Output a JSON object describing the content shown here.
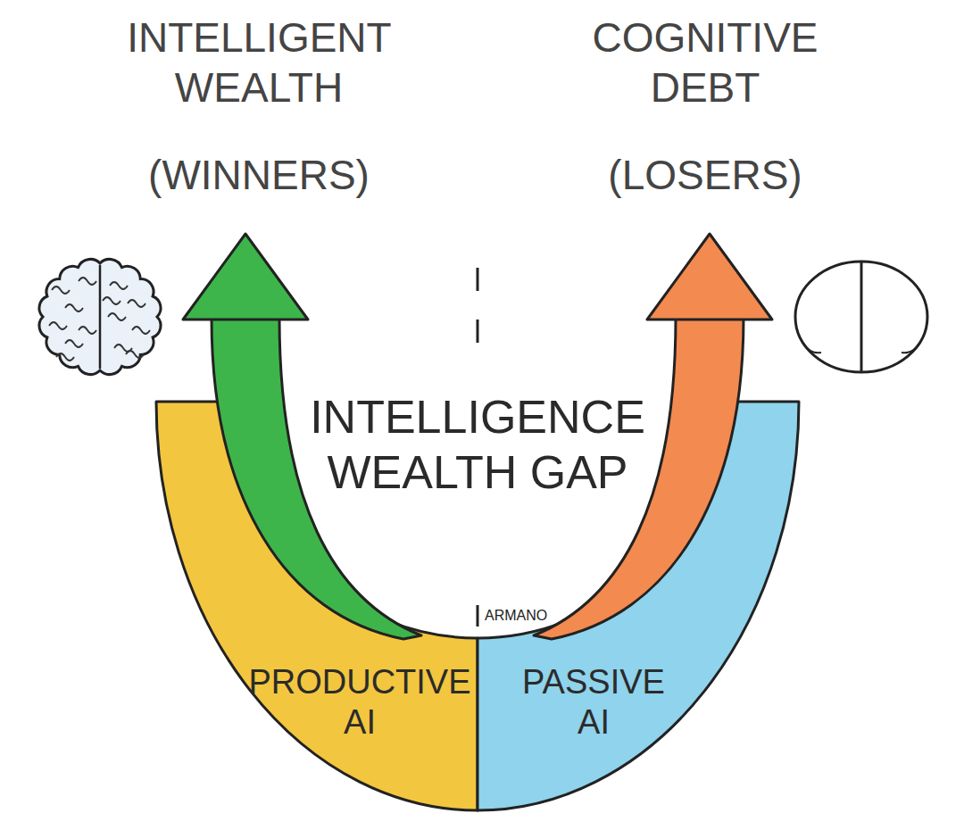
{
  "diagram": {
    "title": "INTELLIGENCE WEALTH GAP",
    "nodes": [
      {
        "text": [
          "PRODUCTIVE AI"
        ]
      },
      {
        "text": [
          "PASSIVE AI"
        ]
      }
    ],
    "labels": [
      "INTELLIGENT WEALTH",
      "(WINNERS)",
      "COGNITIVE DEBT",
      "(LOSERS)",
      "ARMANO"
    ]
  }
}
